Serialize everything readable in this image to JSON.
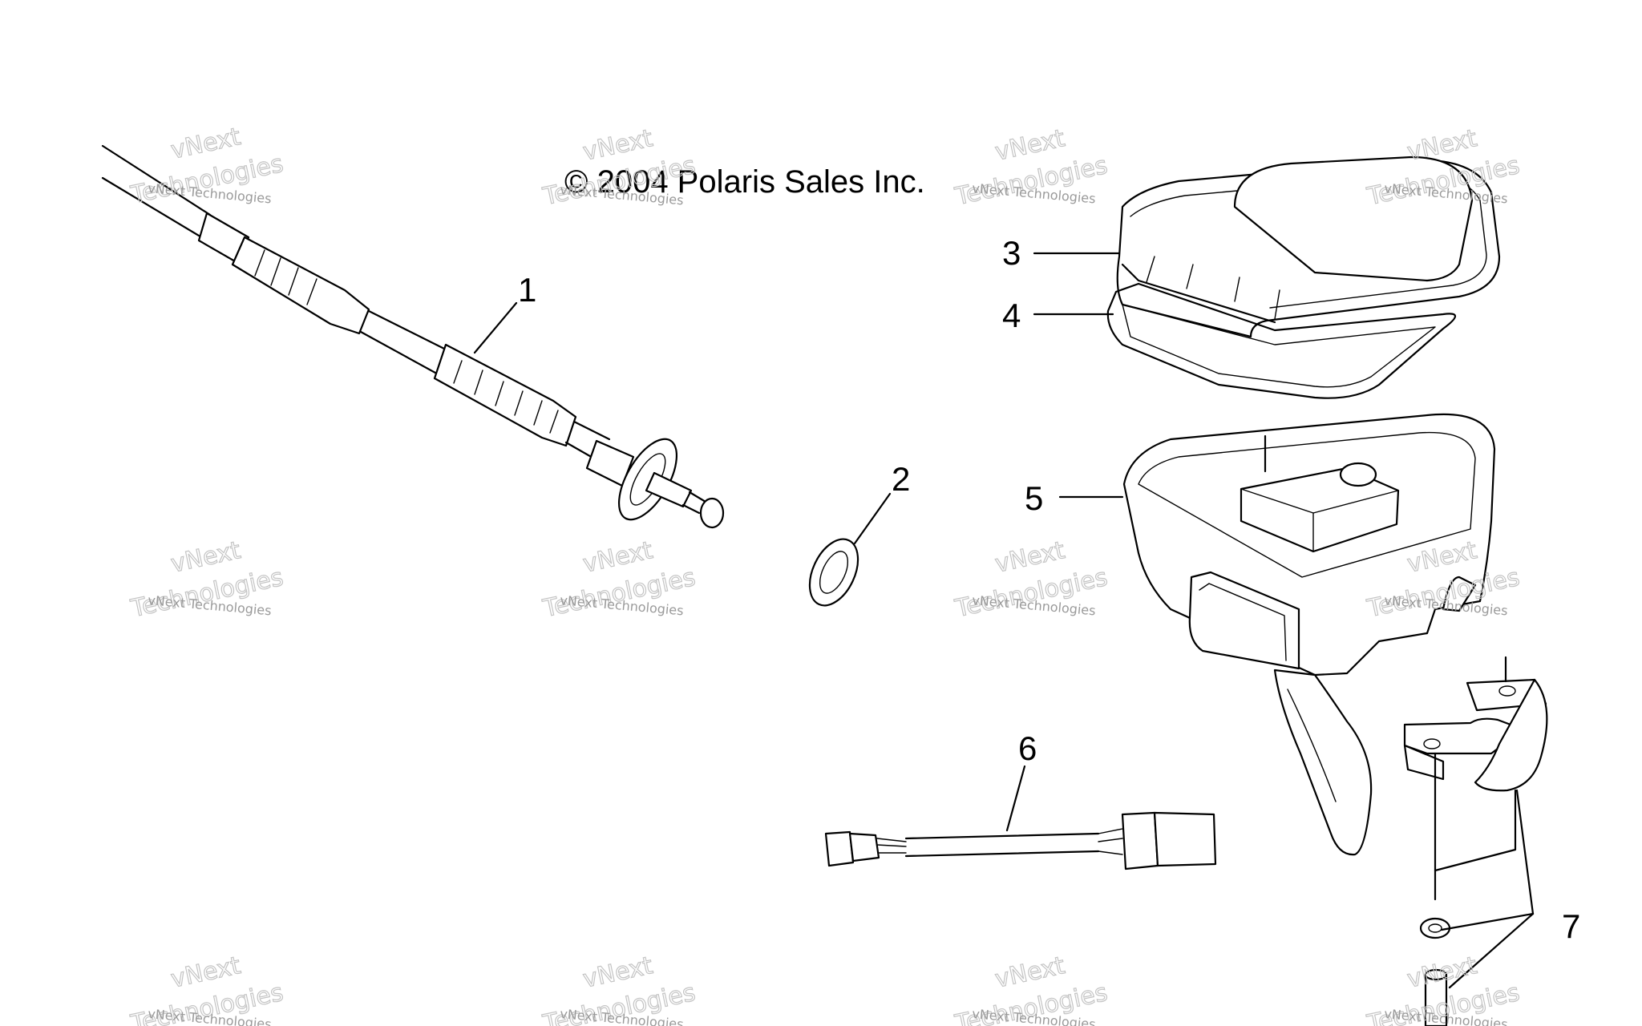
{
  "diagram": {
    "copyright": "© 2004 Polaris Sales Inc.",
    "callouts": [
      "1",
      "2",
      "3",
      "4",
      "5",
      "6",
      "7"
    ],
    "watermark": {
      "small": "vNext Technologies",
      "top": "vNext",
      "big": "Technologies"
    }
  }
}
